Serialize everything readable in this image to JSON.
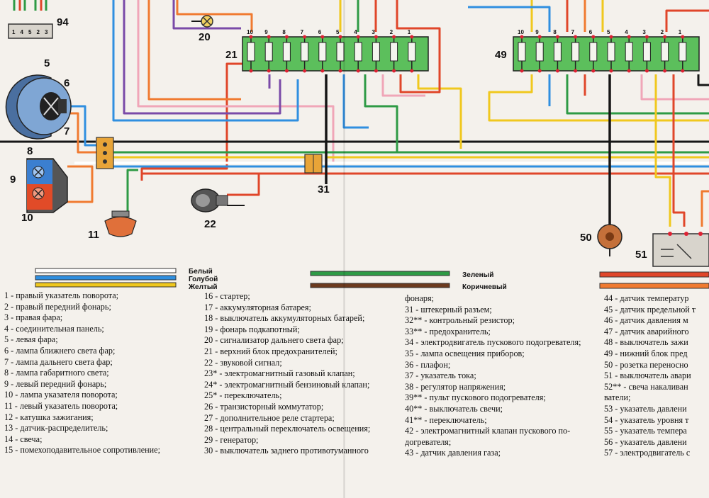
{
  "components": {
    "c94": "94",
    "c20": "20",
    "c21": "21",
    "c49": "49",
    "c5": "5",
    "c6": "6",
    "c7": "7",
    "c8": "8",
    "c9": "9",
    "c10": "10",
    "c11": "11",
    "c22": "22",
    "c31": "31",
    "c50": "50",
    "c51": "51"
  },
  "connector94_pins": [
    "1",
    "4",
    "5",
    "2",
    "3"
  ],
  "fuse_pins": [
    "10",
    "9",
    "8",
    "7",
    "6",
    "5",
    "4",
    "3",
    "2",
    "1"
  ],
  "legend": {
    "white": "Белый",
    "blue": "Голубой",
    "yellow": "Желтый",
    "green": "Зеленый",
    "brown": "Коричневый"
  },
  "colors": {
    "white": "#ffffff",
    "blue": "#2f8fe0",
    "yellow": "#f0c81e",
    "green": "#2e9a45",
    "brown": "#6b3a1e",
    "red": "#e0462a",
    "orange": "#f07a30",
    "black": "#161616",
    "violet": "#7a4aa8",
    "pink": "#f0a6b8",
    "fuse": "#5cbf5c"
  },
  "parts_col1": [
    "1 - правый указатель поворота;",
    "2 - правый передний фонарь;",
    "3 - правая фара;",
    "4 - соединительная панель;",
    "5 - левая фара;",
    "6 - лампа ближнего света фар;",
    "7 - лампа дальнего света фар;",
    "8 - лампа габаритного света;",
    "9 - левый передний фонарь;",
    "10 - лампа указателя поворота;",
    "11 - левый указатель поворота;",
    "12 - катушка зажигания;",
    "13 - датчик-распределитель;",
    "14 - свеча;",
    "15 - помехоподавительное сопротивление;"
  ],
  "parts_col2": [
    "16 - стартер;",
    "17 - аккумуляторная батарея;",
    "18 - выключатель аккумуляторных батарей;",
    "19 - фонарь подкапотный;",
    "20 - сигнализатор дальнего света фар;",
    "21 - верхний блок предохранителей;",
    "22 - звуковой сигнал;",
    "23* - электромагнитный газовый клапан;",
    "24* - электромагнитный бензиновый клапан;",
    "25* - переключатель;",
    "26 - транзисторный коммутатор;",
    "27 - дополнительное реле стартера;",
    "28 - центральный переключатель освещения;",
    "29 - генератор;",
    "30 - выключатель заднего противотуманного"
  ],
  "parts_col3": [
    "фонаря;",
    "31 - штекерный разъем;",
    "32** - контрольный резистор;",
    "33** - предохранитель;",
    "34 - электродвигатель пускового подогревателя;",
    "35 - лампа освещения приборов;",
    "36 - плафон;",
    "37 - указатель тока;",
    "38 - регулятор напряжения;",
    "39** - пульт пускового подогревателя;",
    "40** - выключатель свечи;",
    "41** - переключатель;",
    "42 - электромагнитный клапан пускового по-",
    "догревателя;",
    "43 - датчик давления газа;"
  ],
  "parts_col4": [
    "44 - датчик температур",
    "45 - датчик предельной т",
    "46 - датчик давления м",
    "47 - датчик аварийного",
    "48 - выключатель зажи",
    "49 - нижний блок пред",
    "50 - розетка переносно",
    "51 - выключатель авари",
    "52** - свеча накаливан",
    "ватели;",
    "53 - указатель давлени",
    "54 - указатель уровня т",
    "55 - указатель темпера",
    "56 - указатель давлени",
    "57 - электродвигатель с"
  ]
}
